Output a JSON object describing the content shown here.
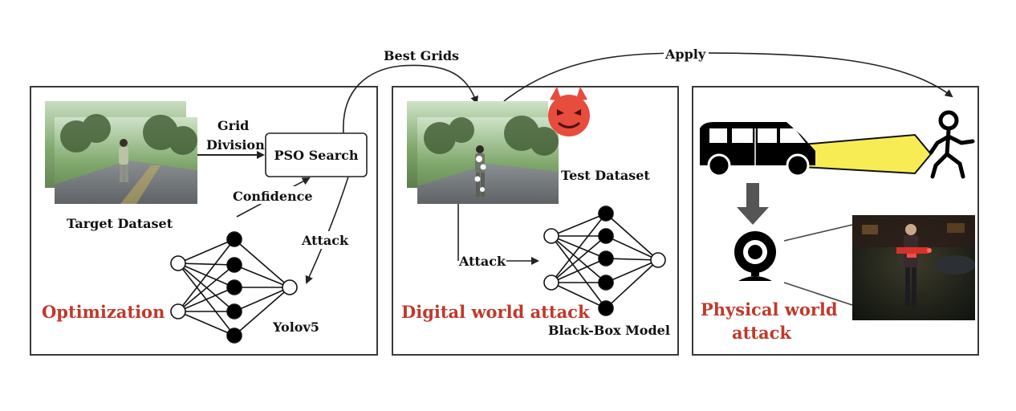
{
  "colors": {
    "accent_red": "#c0392b",
    "beam_yellow": "#f8ec55",
    "devil_red": "#e74c3c",
    "panel_stroke": "#3a3a3a"
  },
  "connectors": {
    "best_grids": "Best Grids",
    "apply": "Apply"
  },
  "optimization_panel": {
    "grid_division_line1": "Grid",
    "grid_division_line2": "Division",
    "pso_search": "PSO Search",
    "confidence": "Confidence",
    "target_dataset": "Target Dataset",
    "attack": "Attack",
    "title": "Optimization",
    "model": "Yolov5"
  },
  "digital_panel": {
    "test_dataset": "Test Dataset",
    "attack": "Attack",
    "title": "Digital world attack",
    "model": "Black-Box Model"
  },
  "physical_panel": {
    "title_line1": "Physical world",
    "title_line2": "attack"
  },
  "icons": [
    "devil-face-icon",
    "car-icon",
    "headlight-beam-icon",
    "running-person-icon",
    "webcam-icon",
    "down-arrow-icon"
  ]
}
